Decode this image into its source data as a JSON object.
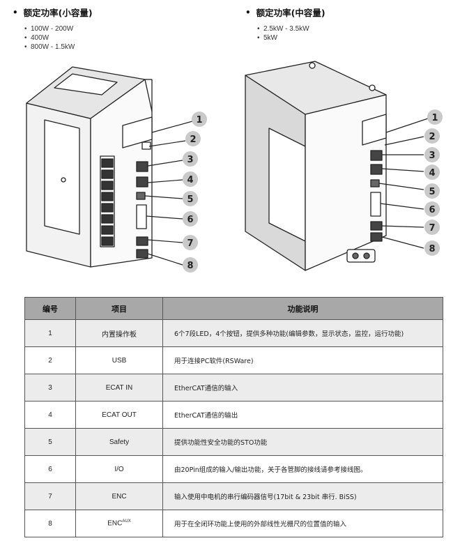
{
  "sections": {
    "small": {
      "bullet": "•",
      "title": "额定功率(小容量)",
      "items": [
        "100W - 200W",
        "400W",
        "800W - 1.5kW"
      ]
    },
    "medium": {
      "bullet": "•",
      "title": "额定功率(中容量)",
      "items": [
        "2.5kW - 3.5kW",
        "5kW"
      ]
    }
  },
  "callouts_left": [
    "1",
    "2",
    "3",
    "4",
    "5",
    "6",
    "7",
    "8"
  ],
  "callouts_right": [
    "1",
    "2",
    "3",
    "4",
    "5",
    "6",
    "7",
    "8"
  ],
  "table": {
    "headers": {
      "num": "编号",
      "item": "项目",
      "desc": "功能说明"
    },
    "rows": [
      {
        "num": "1",
        "item": "内置操作板",
        "desc": "6个7段LED，4个按钮，提供多种功能(编辑参数，显示状态，监控，运行功能)"
      },
      {
        "num": "2",
        "item": "USB",
        "desc": "用于连接PC软件(RSWare)"
      },
      {
        "num": "3",
        "item": "ECAT IN",
        "desc": "EtherCAT通信的输入"
      },
      {
        "num": "4",
        "item": "ECAT OUT",
        "desc": "EtherCAT通信的输出"
      },
      {
        "num": "5",
        "item": "Safety",
        "desc": "提供功能性安全功能的STO功能"
      },
      {
        "num": "6",
        "item": "I/O",
        "desc": "由20Pin组成的输入/输出功能，关于各管脚的接线请参考接线图。"
      },
      {
        "num": "7",
        "item": "ENC",
        "desc": "输入使用中电机的串行编码器信号(17bit & 23bit 串行. BiSS)"
      },
      {
        "num": "8",
        "item": "ENC",
        "item_sup": "AUX",
        "desc": "用于在全闭环功能上使用的外部线性光栅尺的位置值的输入"
      }
    ]
  }
}
